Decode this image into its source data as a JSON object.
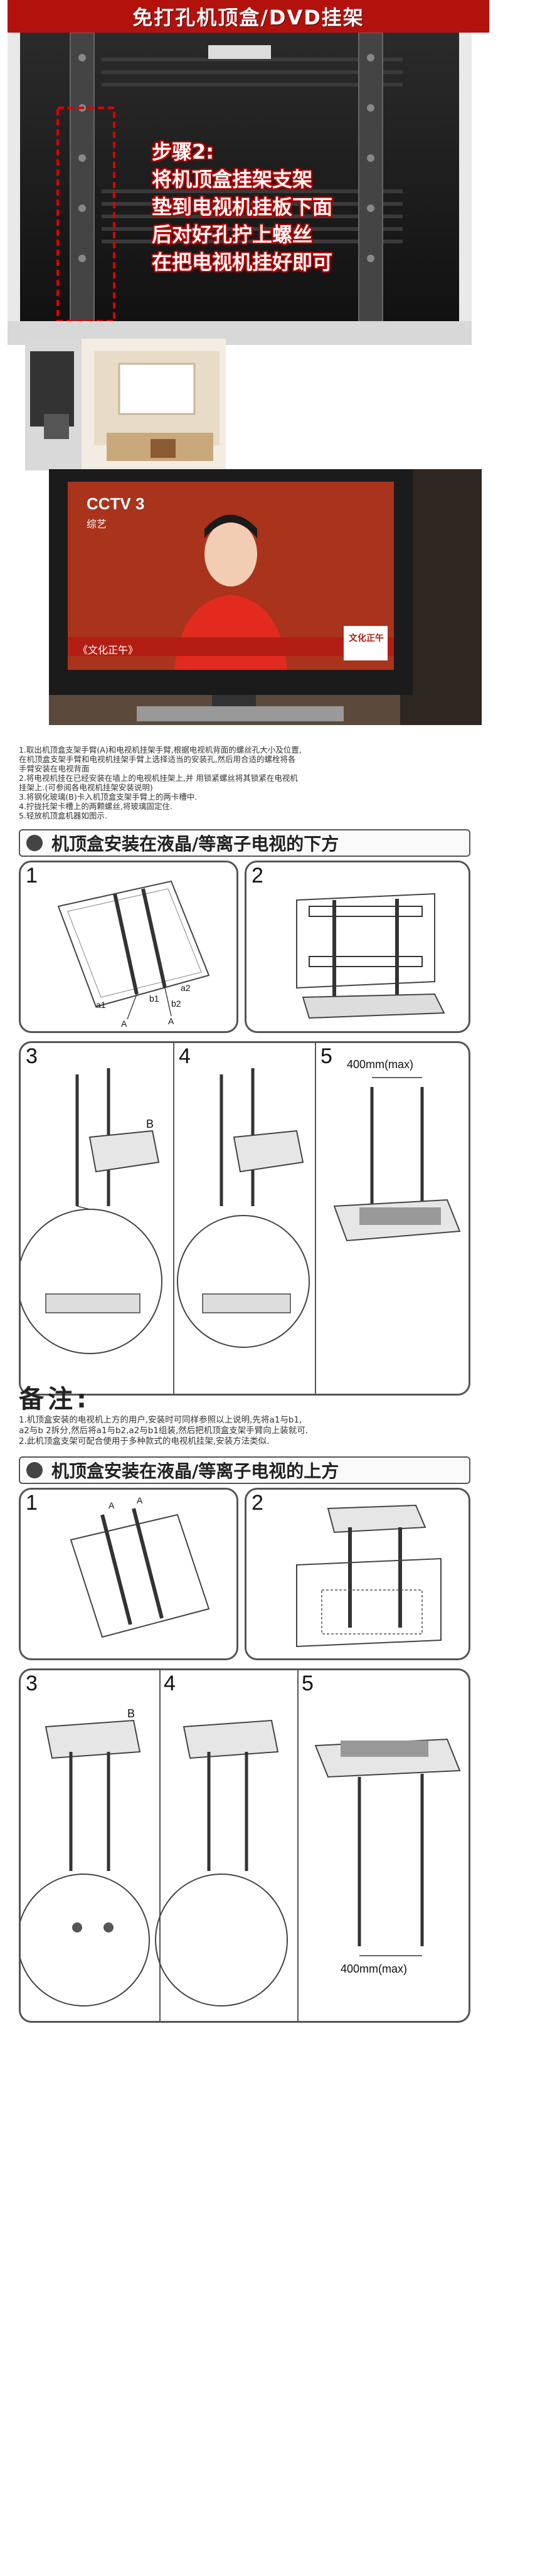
{
  "banner": {
    "title": "免打孔机顶盒/DVD挂架"
  },
  "step_note": {
    "lines": [
      "步骤2:",
      "将机顶盒挂架支架",
      "垫到电视机挂板下面",
      "后对好孔拧上螺丝",
      "在把电视机挂好即可"
    ]
  },
  "tv_screen": {
    "channel_logo": "CCTV 3",
    "channel_sub": "综艺",
    "caption": "《文化正午》",
    "corner_logo": "文化正午"
  },
  "instructions": {
    "lines": [
      "1.取出机顶盒支架手臂(A)和电视机挂架手臂,根据电视机背面的螺丝孔大小及位置,",
      "在机顶盒支架手臂和电视机挂架手臂上选择适当的安装孔,然后用合适的螺栓将各",
      "手臂安装在电视背面",
      "2.将电视机挂在已经安装在墙上的电视机挂架上,并 用锁紧螺丝将其锁紧在电视机",
      "挂架上.(可参阅各电视机挂架安装说明)",
      "3.将钢化玻璃(B)卡入机顶盒支架手臂上的两卡槽中.",
      "4.拧拢托架卡槽上的两颗螺丝,将玻璃固定住.",
      "5.轻放机顶盒机器如图示."
    ]
  },
  "section1": {
    "title": "机顶盒安装在液晶/等离子电视的下方"
  },
  "section2": {
    "title": "机顶盒安装在液晶/等离子电视的上方"
  },
  "panels": {
    "n1": "1",
    "n2": "2",
    "n3": "3",
    "n4": "4",
    "n5": "5",
    "label_a": "A",
    "label_b": "B",
    "label_a1": "a1",
    "label_a2": "a2",
    "label_b1": "b1",
    "label_b2": "b2",
    "dim": "400mm(max)"
  },
  "notes": {
    "title": "备注:",
    "lines": [
      "1.机顶盒安装的电视机上方的用户,安装时可同样参照以上说明,先将a1与b1,",
      "a2与b 2拆分,然后将a1与b2,a2与b1组装,然后把机顶盒支架手臂向上装就可.",
      "2.此机顶盒支架可配合使用于多种款式的电视机挂架,安装方法类似."
    ]
  },
  "colors": {
    "banner": "#b3120c",
    "note_red": "#b60000"
  }
}
